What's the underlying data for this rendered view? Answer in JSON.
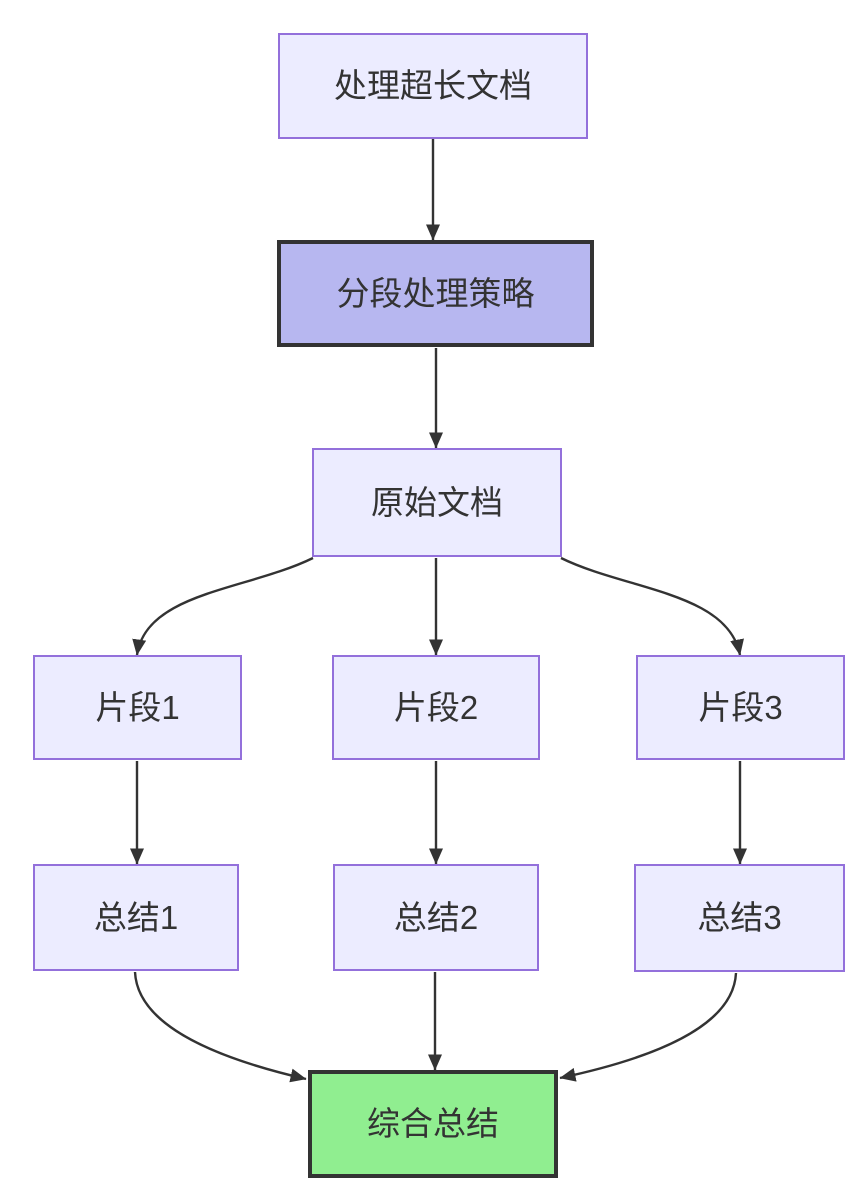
{
  "diagram": {
    "type": "flowchart",
    "direction": "top-down",
    "nodes": [
      {
        "id": "A",
        "label": "处理超长文档",
        "style": "default"
      },
      {
        "id": "B",
        "label": "分段处理策略",
        "style": "highlight"
      },
      {
        "id": "C",
        "label": "原始文档",
        "style": "default"
      },
      {
        "id": "D1",
        "label": "片段1",
        "style": "default"
      },
      {
        "id": "D2",
        "label": "片段2",
        "style": "default"
      },
      {
        "id": "D3",
        "label": "片段3",
        "style": "default"
      },
      {
        "id": "E1",
        "label": "总结1",
        "style": "default"
      },
      {
        "id": "E2",
        "label": "总结2",
        "style": "default"
      },
      {
        "id": "E3",
        "label": "总结3",
        "style": "default"
      },
      {
        "id": "F",
        "label": "综合总结",
        "style": "result"
      }
    ],
    "edges": [
      {
        "from": "处理超长文档",
        "to": "分段处理策略"
      },
      {
        "from": "分段处理策略",
        "to": "原始文档"
      },
      {
        "from": "原始文档",
        "to": "片段1"
      },
      {
        "from": "原始文档",
        "to": "片段2"
      },
      {
        "from": "原始文档",
        "to": "片段3"
      },
      {
        "from": "片段1",
        "to": "总结1"
      },
      {
        "from": "片段2",
        "to": "总结2"
      },
      {
        "from": "片段3",
        "to": "总结3"
      },
      {
        "from": "总结1",
        "to": "综合总结"
      },
      {
        "from": "总结2",
        "to": "综合总结"
      },
      {
        "from": "总结3",
        "to": "综合总结"
      }
    ],
    "colors": {
      "background": "#ffffff",
      "node_fill": "#ECECFF",
      "node_border": "#9370DB",
      "highlight_fill": "#b7b7f0",
      "highlight_border": "#333333",
      "result_fill": "#90EE90",
      "result_border": "#333333",
      "edge_line": "#333333",
      "text": "#333333"
    }
  }
}
